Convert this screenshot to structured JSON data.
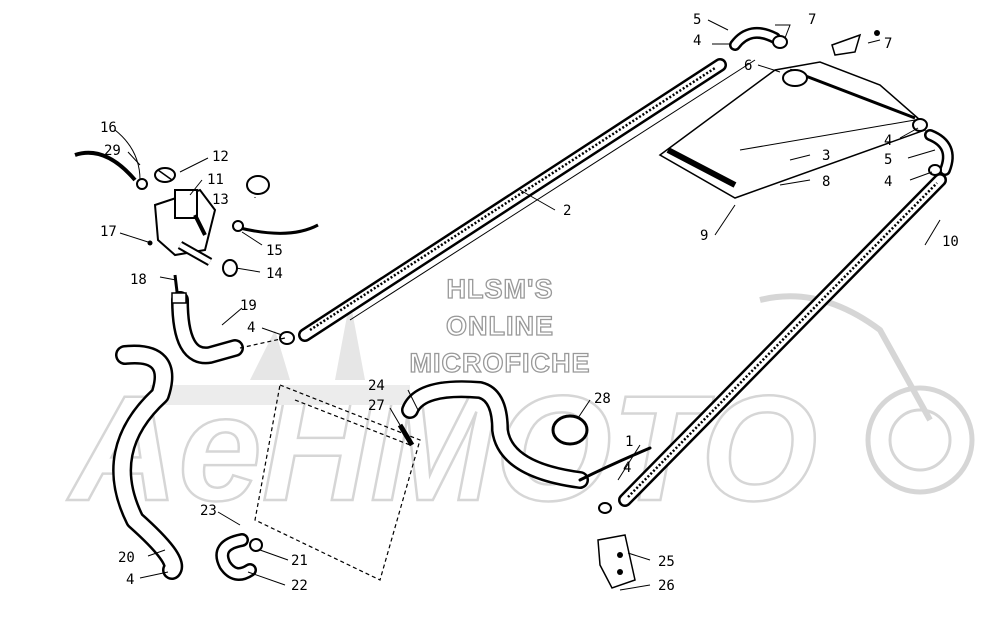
{
  "watermark": {
    "lines": [
      "HLSM'S",
      "ONLINE",
      "MICROFICHE"
    ],
    "logo_text": "AeHMOTO"
  },
  "callouts": [
    "1",
    "2",
    "3",
    "4",
    "5",
    "6",
    "7",
    "8",
    "9",
    "10",
    "11",
    "12",
    "13",
    "14",
    "15",
    "16",
    "17",
    "18",
    "19",
    "20",
    "21",
    "22",
    "23",
    "24",
    "25",
    "26",
    "27",
    "28",
    "29"
  ],
  "colors": {
    "ink": "#000000",
    "watermark_gray": "#999999",
    "logo_gray": "#d6d6d6",
    "background": "#ffffff"
  }
}
